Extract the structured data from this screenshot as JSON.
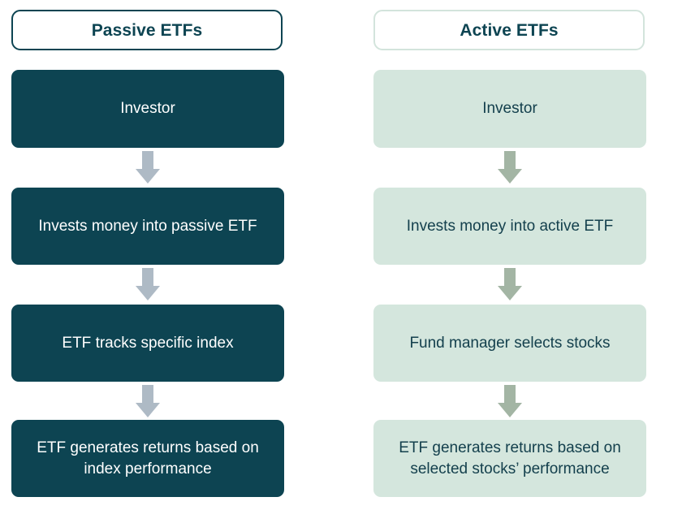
{
  "diagram": {
    "type": "flowchart-comparison",
    "orientation": "two-column-vertical",
    "background_color": "#ffffff",
    "columns": [
      {
        "id": "passive",
        "header": "Passive ETFs",
        "accent_color": "#0d4452",
        "box_fill": "#0d4452",
        "box_text_color": "#ffffff",
        "header_border_color": "#0d4452",
        "header_text_color": "#0d4452",
        "arrow_color": "#aebac5",
        "steps": [
          "Investor",
          "Invests money into passive ETF",
          "ETF tracks specific index",
          "ETF generates returns based on index performance"
        ]
      },
      {
        "id": "active",
        "header": "Active ETFs",
        "accent_color": "#d4e6dd",
        "box_fill": "#d4e6dd",
        "box_text_color": "#14404d",
        "header_border_color": "#d3e4dc",
        "header_text_color": "#0d4452",
        "arrow_color": "#a3b5a4",
        "steps": [
          "Investor",
          "Invests money into active ETF",
          "Fund manager selects stocks",
          "ETF generates returns based on selected stocks’ performance"
        ]
      }
    ]
  }
}
